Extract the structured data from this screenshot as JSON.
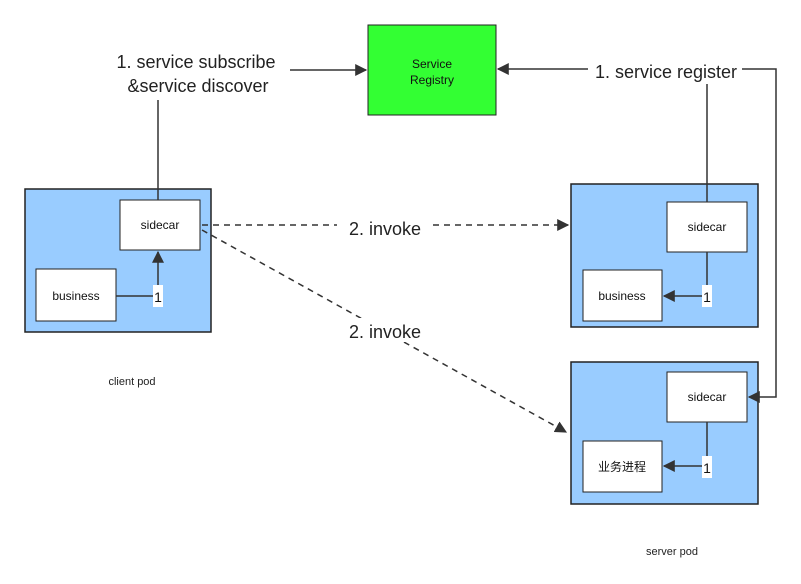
{
  "registry": {
    "label_line1": "Service",
    "label_line2": "Registry",
    "color": "#33ff33"
  },
  "labels": {
    "subscribe_line1": "1. service subscribe",
    "subscribe_line2": "&service discover",
    "register": "1. service register",
    "invoke_top": "2. invoke",
    "invoke_diag": "2. invoke",
    "client_pod": "client pod",
    "server_pod": "server pod"
  },
  "client": {
    "sidecar": "sidecar",
    "business": "business",
    "one": "1"
  },
  "server_top": {
    "sidecar": "sidecar",
    "business": "business",
    "one": "1"
  },
  "server_bottom": {
    "sidecar": "sidecar",
    "business": "业务进程",
    "one": "1"
  },
  "colors": {
    "pod_fill": "#99ccff",
    "line": "#333333"
  }
}
